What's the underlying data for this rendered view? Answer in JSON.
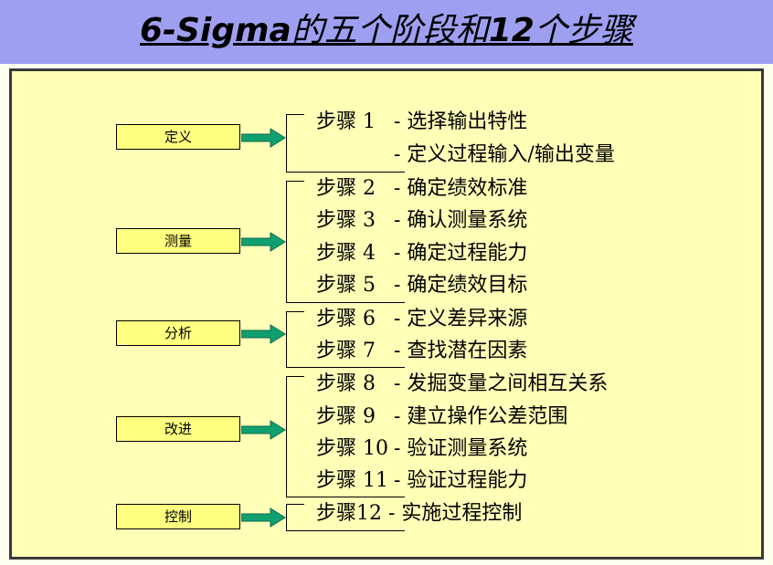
{
  "title": {
    "prefix": "6-Sigma",
    "middle": "的五个阶段和",
    "number": "12",
    "suffix": "个步骤"
  },
  "phases": [
    {
      "label": "定义",
      "steps": [
        {
          "label": "步骤 1",
          "text": "-  选择输出特性"
        },
        {
          "label": "",
          "text": "-  定义过程输入/输出变量"
        }
      ]
    },
    {
      "label": "测量",
      "steps": [
        {
          "label": "步骤 2",
          "text": "-  确定绩效标准"
        },
        {
          "label": "步骤 3",
          "text": "-  确认测量系统"
        },
        {
          "label": "步骤 4",
          "text": "-  确定过程能力"
        },
        {
          "label": "步骤 5",
          "text": "-  确定绩效目标"
        }
      ]
    },
    {
      "label": "分析",
      "steps": [
        {
          "label": "步骤 6",
          "text": "-  定义差异来源"
        },
        {
          "label": "步骤 7",
          "text": "-  查找潜在因素"
        }
      ]
    },
    {
      "label": "改进",
      "steps": [
        {
          "label": "步骤 8",
          "text": "-  发掘变量之间相互关系"
        },
        {
          "label": "步骤 9",
          "text": "-  建立操作公差范围"
        },
        {
          "label": "步骤 10",
          "text": "-  验证测量系统"
        },
        {
          "label": "步骤 11",
          "text": "-  验证过程能力"
        }
      ]
    },
    {
      "label": "控制",
      "steps": [
        {
          "label": "步骤12",
          "text": "-  实施过程控制"
        }
      ]
    }
  ],
  "colors": {
    "title_band": "#9f9ff2",
    "panel": "#ffffb8",
    "phase_box": "#ffff80",
    "arrow": "#10a070"
  }
}
